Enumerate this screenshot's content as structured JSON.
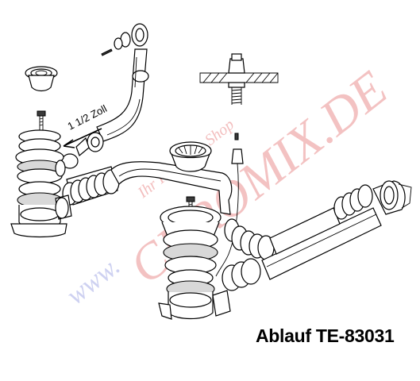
{
  "drawing": {
    "title": "Ablauf TE-83031",
    "pipe_size_label": "1 1/2 Zoll",
    "watermark_main": "CHROMIX.DE",
    "watermark_url": "www.",
    "watermark_shop": "Ihr Küchen - Shop",
    "colors": {
      "line": "#000000",
      "watermark": "#f2b8b8",
      "watermark_url": "#c9cdf0"
    }
  }
}
